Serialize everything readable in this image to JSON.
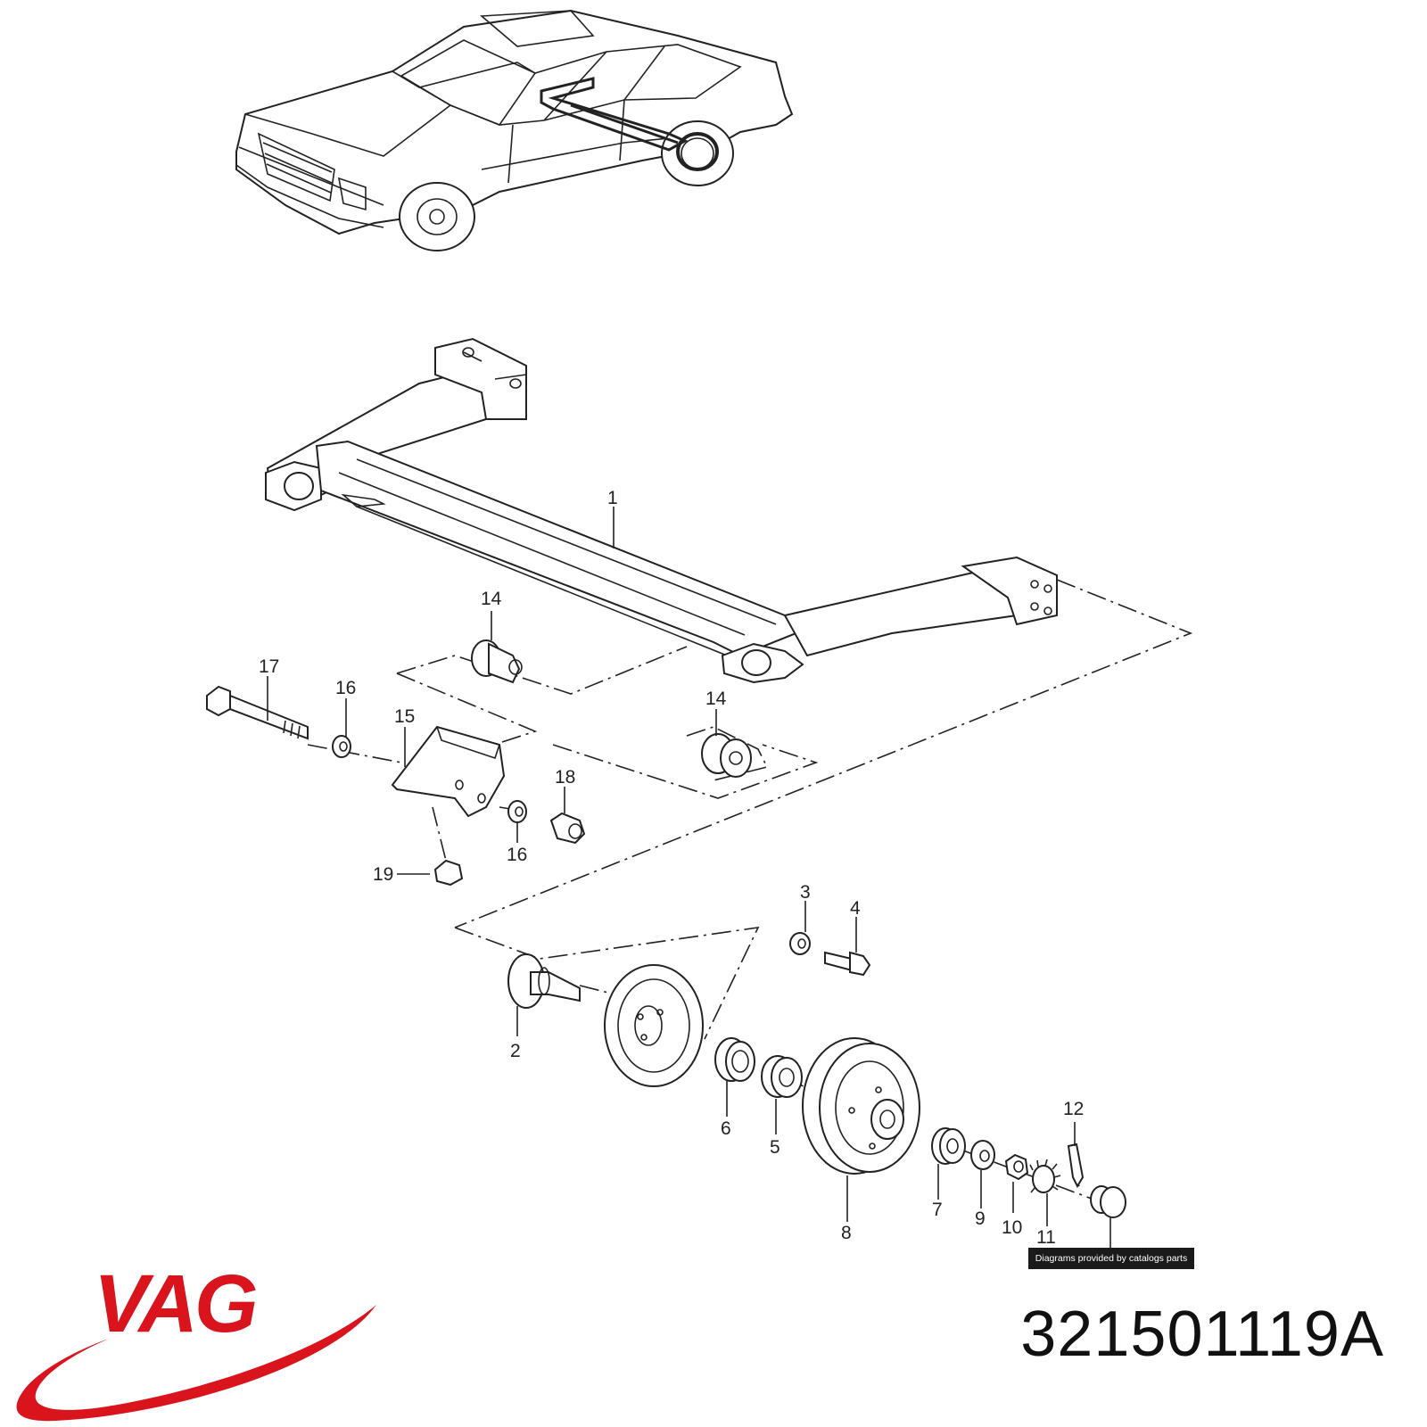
{
  "diagram": {
    "callouts": [
      {
        "id": "1",
        "label": "1"
      },
      {
        "id": "2",
        "label": "2"
      },
      {
        "id": "3",
        "label": "3"
      },
      {
        "id": "4",
        "label": "4"
      },
      {
        "id": "5",
        "label": "5"
      },
      {
        "id": "6",
        "label": "6"
      },
      {
        "id": "7",
        "label": "7"
      },
      {
        "id": "8",
        "label": "8"
      },
      {
        "id": "9",
        "label": "9"
      },
      {
        "id": "10",
        "label": "10"
      },
      {
        "id": "11",
        "label": "11"
      },
      {
        "id": "12",
        "label": "12"
      },
      {
        "id": "14a",
        "label": "14"
      },
      {
        "id": "14b",
        "label": "14"
      },
      {
        "id": "15",
        "label": "15"
      },
      {
        "id": "16a",
        "label": "16"
      },
      {
        "id": "16b",
        "label": "16"
      },
      {
        "id": "17",
        "label": "17"
      },
      {
        "id": "18",
        "label": "18"
      },
      {
        "id": "19",
        "label": "19"
      }
    ],
    "credit": "Diagrams provided by catalogs parts"
  },
  "brand": {
    "name": "VAG",
    "color": "#d9141c"
  },
  "part_number": "321501119A"
}
